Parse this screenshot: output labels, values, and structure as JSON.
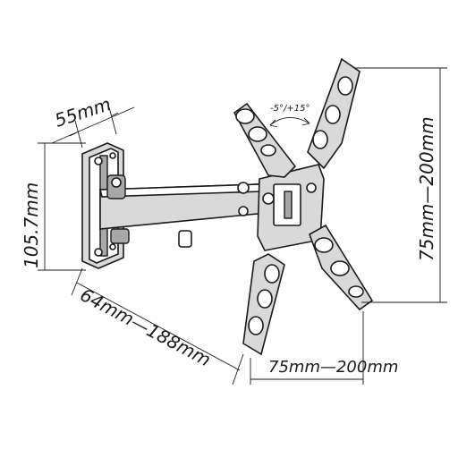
{
  "labels": {
    "wall_plate_width": "55mm",
    "wall_plate_height": "105.7mm",
    "arm_extension": "64mm—188mm",
    "vesa_horizontal": "75mm—200mm",
    "vesa_vertical": "75mm—200mm",
    "tilt_range": "-5°/+15°"
  },
  "colors": {
    "line": "#1a1a1a",
    "metal_light": "#d9d9d9",
    "metal_dark": "#a8a8a8",
    "background": "#ffffff"
  }
}
